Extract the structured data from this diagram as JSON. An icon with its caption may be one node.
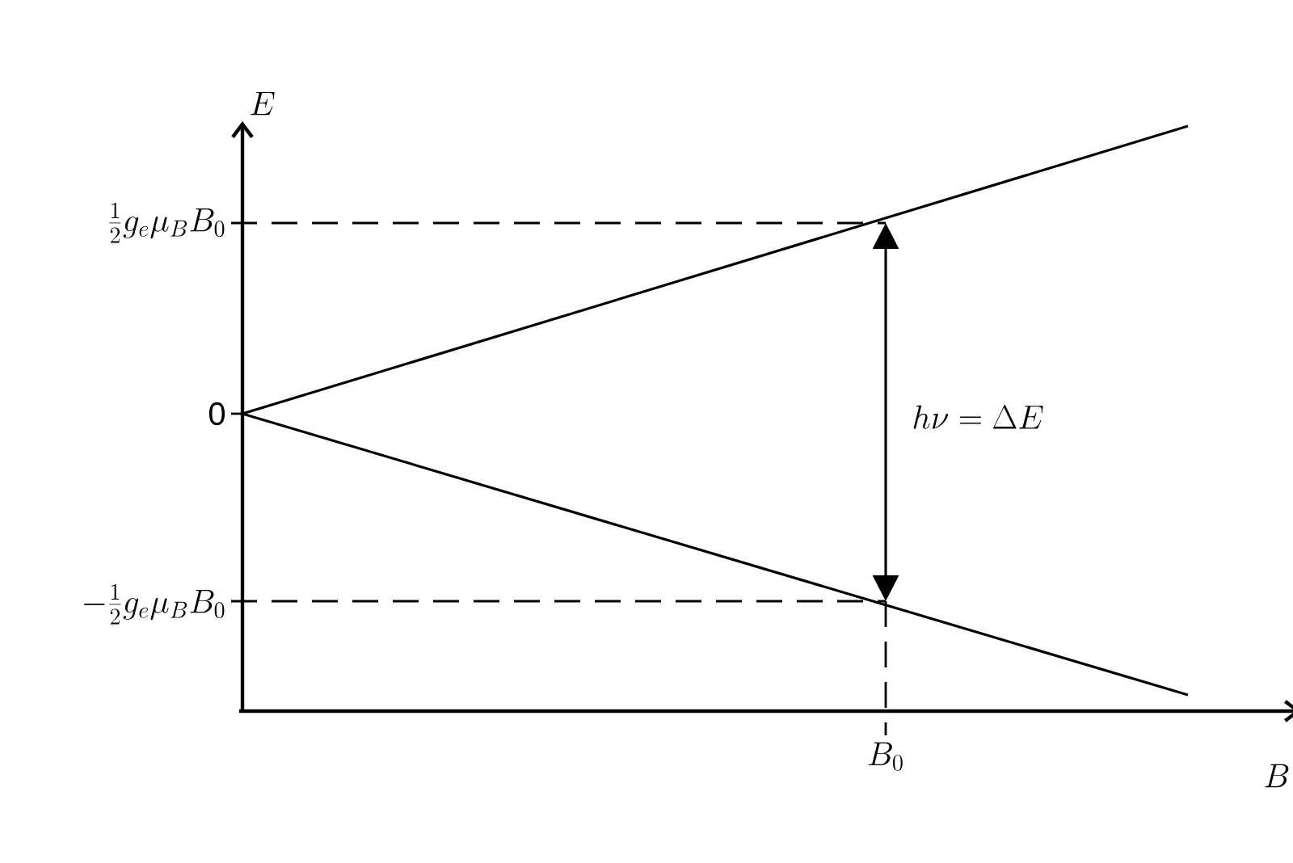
{
  "diagram": {
    "labels": [
      "E",
      "\\frac{1}{2} g_e \\mu_B B_0",
      "0",
      "h\\nu = \\Delta E",
      "-\\frac{1}{2} g_e \\mu_B B_0",
      "B_0",
      "B"
    ]
  }
}
